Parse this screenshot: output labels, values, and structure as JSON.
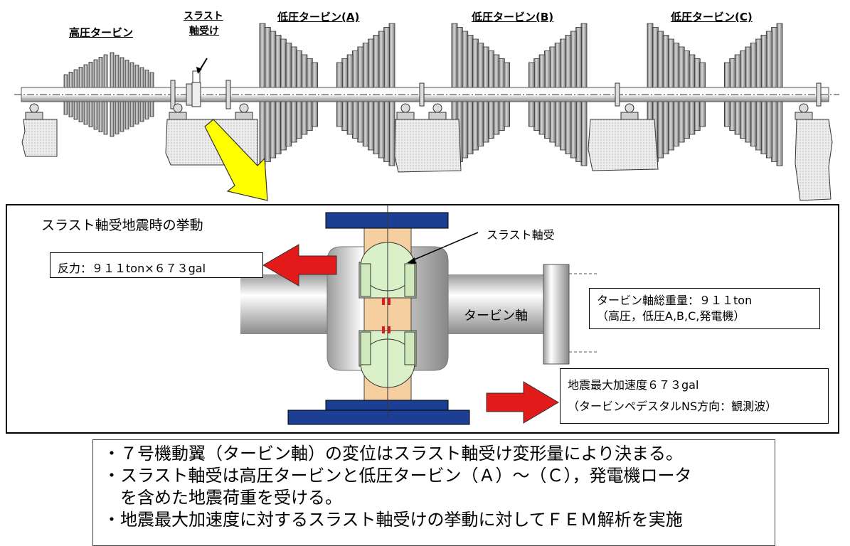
{
  "top_labels": {
    "hp_turbine": "高圧タービン",
    "thrust_bearing_line1": "スラスト",
    "thrust_bearing_line2": "軸受け",
    "lp_a": "低圧タービン(A)",
    "lp_b": "低圧タービン(B)",
    "lp_c": "低圧タービン(C)"
  },
  "detail": {
    "title": "スラスト軸受地震時の挙動",
    "thrust_bearing_label": "スラスト軸受",
    "reaction_force": "反力：９１１ton×６７３gal",
    "shaft_label": "タービン軸",
    "total_weight_line1": "タービン軸総重量：９１１ton",
    "total_weight_line2": "（高圧，低圧A,B,C,発電機）",
    "max_accel_line1": "地震最大加速度６７３gal",
    "max_accel_line2": "（タービンペデスタルNS方向：観測波）"
  },
  "summary": [
    "・７号機動翼（タービン軸）の変位はスラスト軸受け変形量により決まる。",
    "・スラスト軸受は高圧タービンと低圧タービン（Ａ）～（Ｃ），発電機ロータ",
    "　を含めた地震荷重を受ける。",
    "・地震最大加速度に対するスラスト軸受けの挙動に対してＦＥＭ解析を実施"
  ],
  "colors": {
    "blade": "#bfbfbf",
    "pedestal": "#e6e6e6",
    "arrow_red": "#e31a1a",
    "arrow_yellow": "#ffff00",
    "bearing_blue": "#1c3f94",
    "bearing_tan": "#f5cfa0",
    "bearing_green": "#d9f0c8"
  }
}
